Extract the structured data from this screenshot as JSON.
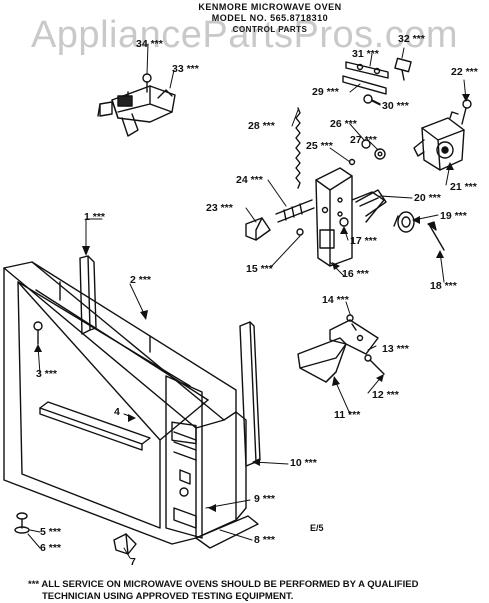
{
  "header": {
    "line1": "KENMORE MICROWAVE OVEN",
    "line2": "MODEL NO. 565.8718310",
    "line3": "CONTROL PARTS"
  },
  "watermark": "AppliancePartsPros.com",
  "callouts": {
    "c1": "1 ***",
    "c2": "2 ***",
    "c3": "3 ***",
    "c4": "4",
    "c5": "5 ***",
    "c6": "6 ***",
    "c7": "7",
    "c8": "8 ***",
    "c9": "9 ***",
    "c10": "10 ***",
    "c11": "11 ***",
    "c12": "12 ***",
    "c13": "13 ***",
    "c14": "14 ***",
    "c15": "15 ***",
    "c16": "16 ***",
    "c17": "17 ***",
    "c18": "18 ***",
    "c19": "19 ***",
    "c20": "20 ***",
    "c21": "21 ***",
    "c22": "22 ***",
    "c23": "23 ***",
    "c24": "24 ***",
    "c25": "25 ***",
    "c26": "26 ***",
    "c27": "27 ***",
    "c28": "28 ***",
    "c29": "29 ***",
    "c30": "30 ***",
    "c31": "31 ***",
    "c32": "32 ***",
    "c33": "33 ***",
    "c34": "34 ***"
  },
  "page_mark": "E/5",
  "footer": {
    "line1": "*** ALL SERVICE ON MICROWAVE OVENS SHOULD BE PERFORMED BY A QUALIFIED",
    "line2": "TECHNICIAN USING APPROVED TESTING EQUIPMENT."
  }
}
